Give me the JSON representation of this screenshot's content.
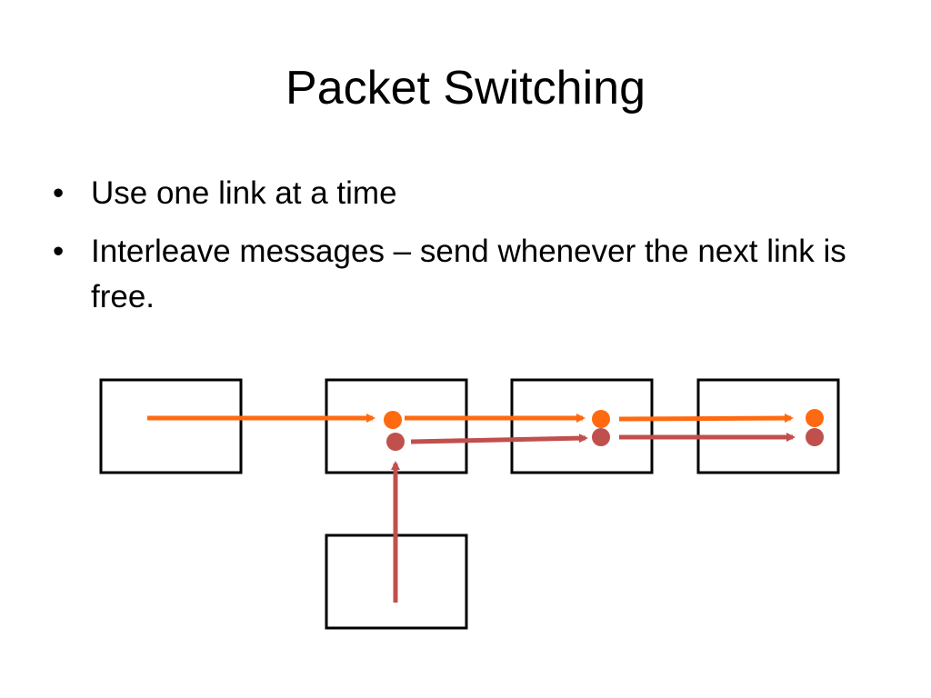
{
  "title": "Packet Switching",
  "bullets": [
    {
      "marker": "•",
      "text": "Use one link at a time"
    },
    {
      "marker": "•",
      "text": "Interleave messages – send whenever the next link is free."
    }
  ],
  "colors": {
    "orange": "#ff6a10",
    "red": "#c0504d",
    "box": "#000000"
  }
}
